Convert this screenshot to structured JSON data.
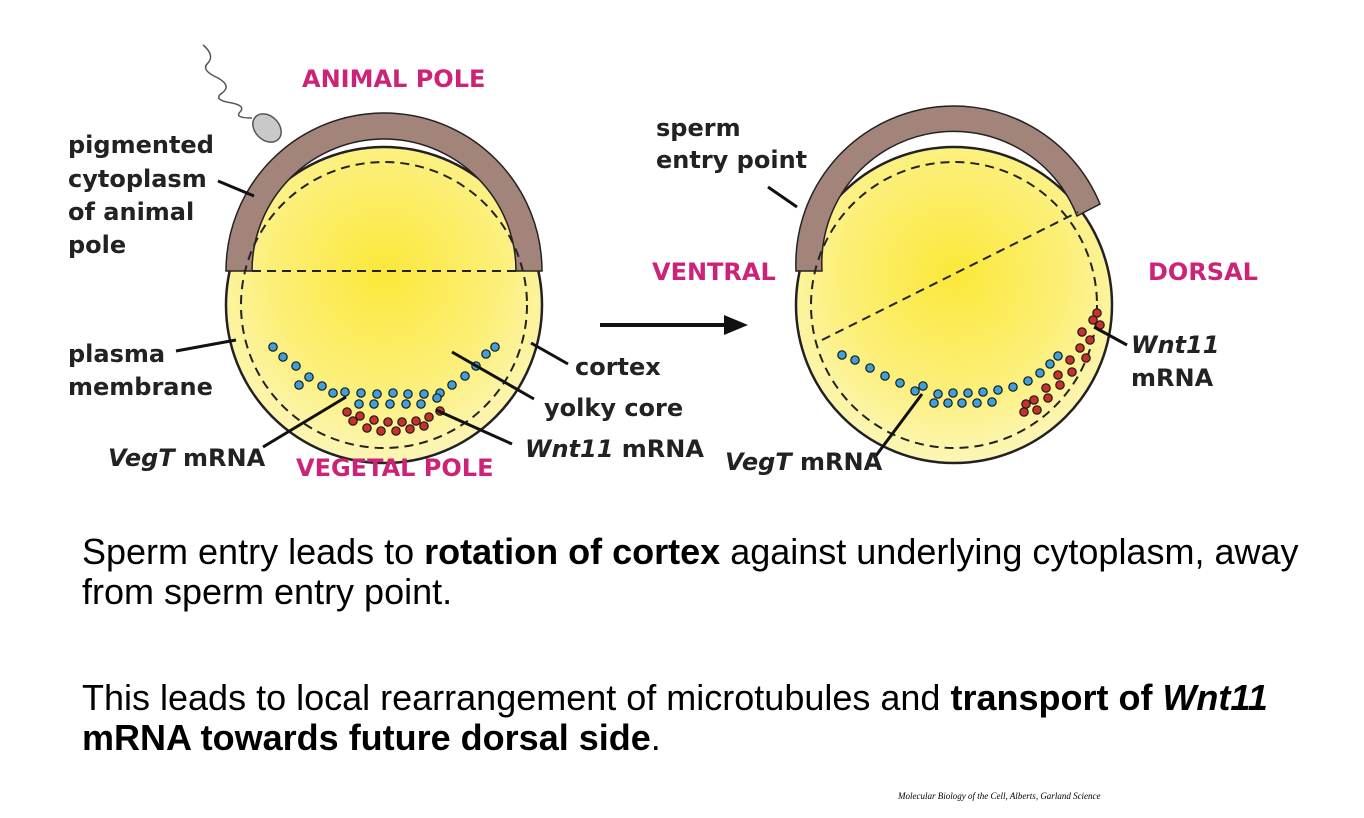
{
  "labels": {
    "animal_pole": "ANIMAL POLE",
    "vegetal_pole": "VEGETAL POLE",
    "pigmented_1": "pigmented",
    "pigmented_2": "cytoplasm",
    "pigmented_3": "of animal",
    "pigmented_4": "pole",
    "plasma_1": "plasma",
    "plasma_2": "membrane",
    "cortex": "cortex",
    "yolky_core": "yolky core",
    "vegt_italic": "VegT",
    "mrna_suffix": " mRNA",
    "wnt11_italic": "Wnt11",
    "sperm_1": "sperm",
    "sperm_2": "entry point",
    "ventral": "VENTRAL",
    "dorsal": "DORSAL",
    "mrna": "mRNA"
  },
  "paragraph1": {
    "a": "Sperm entry leads to ",
    "b": "rotation of cortex",
    "c": " against underlying cytoplasm, away from sperm entry point."
  },
  "paragraph2": {
    "a": "This leads to local rearrangement of microtubules and ",
    "b": "transport of ",
    "c": "Wnt11",
    "d": " mRNA towards future dorsal side",
    "e": "."
  },
  "citation": "Molecular Biology of the Cell, Alberts, Garland Science",
  "colors": {
    "yolk_center": "#fbe93a",
    "yolk_edge": "#fcf5b0",
    "pigment": "#a3847a",
    "blue_dot": "#3fa0d8",
    "red_dot": "#c8302a",
    "pink_text": "#cc2277"
  }
}
